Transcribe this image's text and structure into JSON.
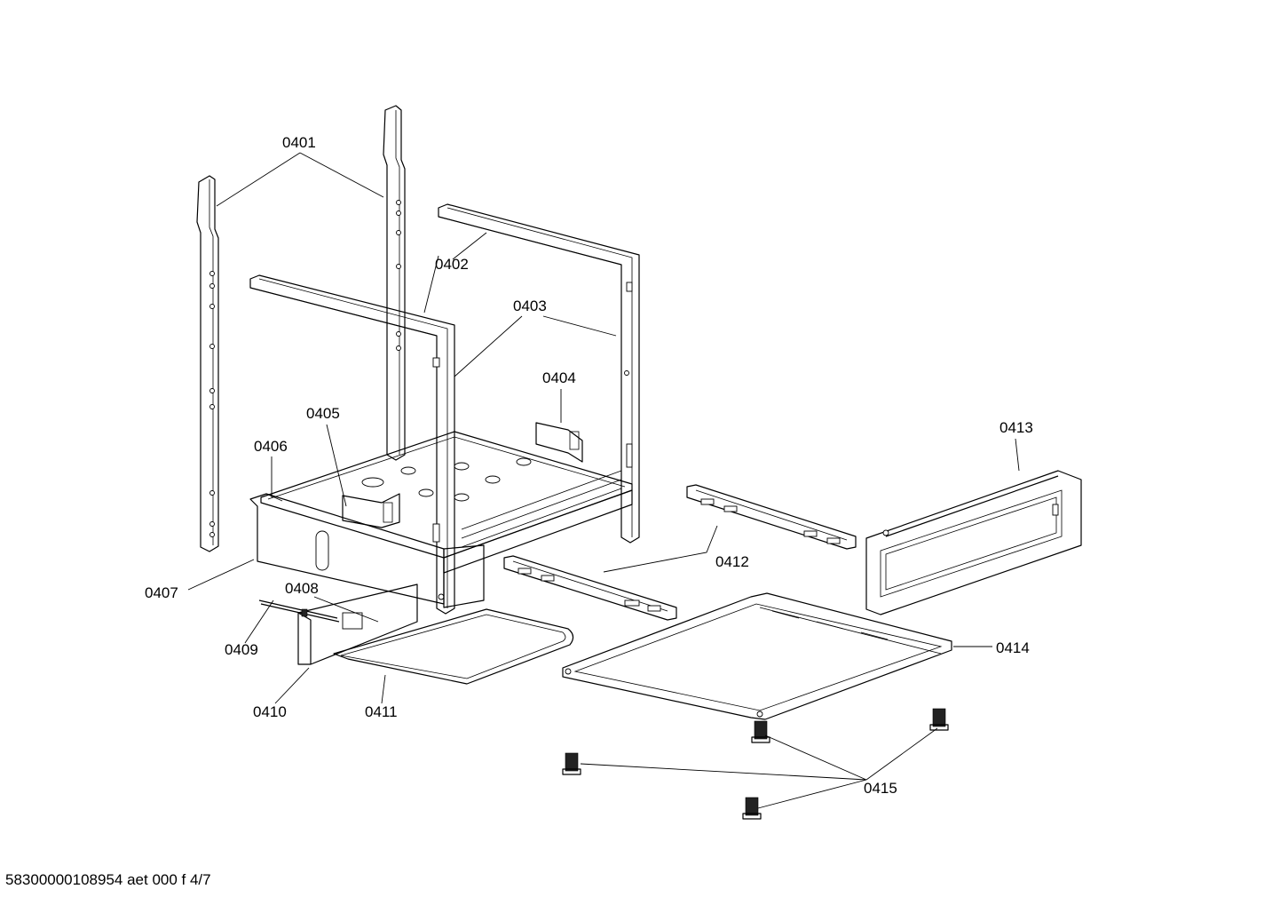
{
  "diagram": {
    "part_labels": {
      "p0401": "0401",
      "p0402": "0402",
      "p0403": "0403",
      "p0404": "0404",
      "p0405": "0405",
      "p0406": "0406",
      "p0407": "0407",
      "p0408": "0408",
      "p0409": "0409",
      "p0410": "0410",
      "p0411": "0411",
      "p0412": "0412",
      "p0413": "0413",
      "p0414": "0414",
      "p0415": "0415"
    }
  },
  "footer": {
    "reference": "58300000108954 aet 000 f 4/7"
  }
}
